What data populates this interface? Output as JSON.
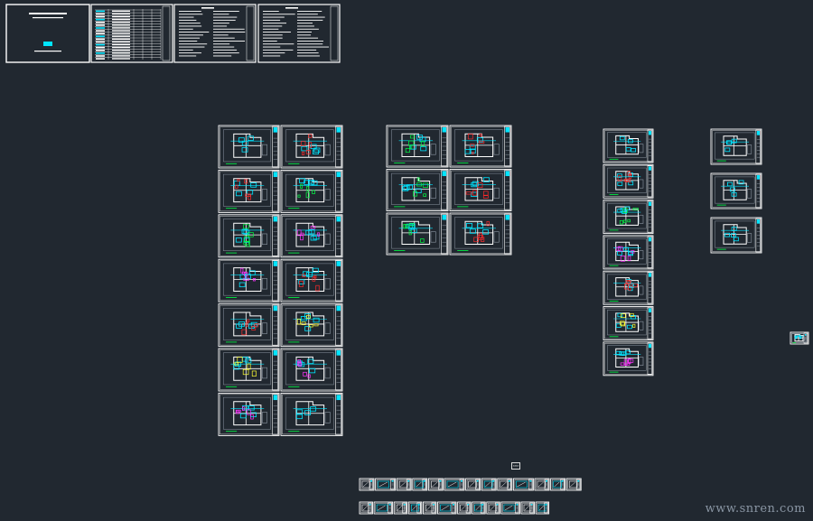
{
  "viewport": {
    "background": "#212830",
    "colors": {
      "frame": "#ffffff",
      "wall_primary": "#00e5ff",
      "wall_secondary": "#ffffff",
      "accent_red": "#ff2a2a",
      "accent_green": "#00ff44",
      "accent_magenta": "#ff33ff",
      "accent_yellow": "#ffff33",
      "dim": "#8c96a2"
    }
  },
  "sheet_groups": [
    {
      "name": "cover-and-notes",
      "count": 4
    },
    {
      "name": "plans-set-a",
      "count": 14
    },
    {
      "name": "plans-set-b",
      "count": 6
    },
    {
      "name": "plans-set-c",
      "count": 7
    },
    {
      "name": "plans-set-d",
      "count": 3
    },
    {
      "name": "detail-strip-top",
      "count": 13
    },
    {
      "name": "detail-strip-bottom",
      "count": 12
    }
  ],
  "tiny_label": "▭▭",
  "watermark": "www.snren.com"
}
